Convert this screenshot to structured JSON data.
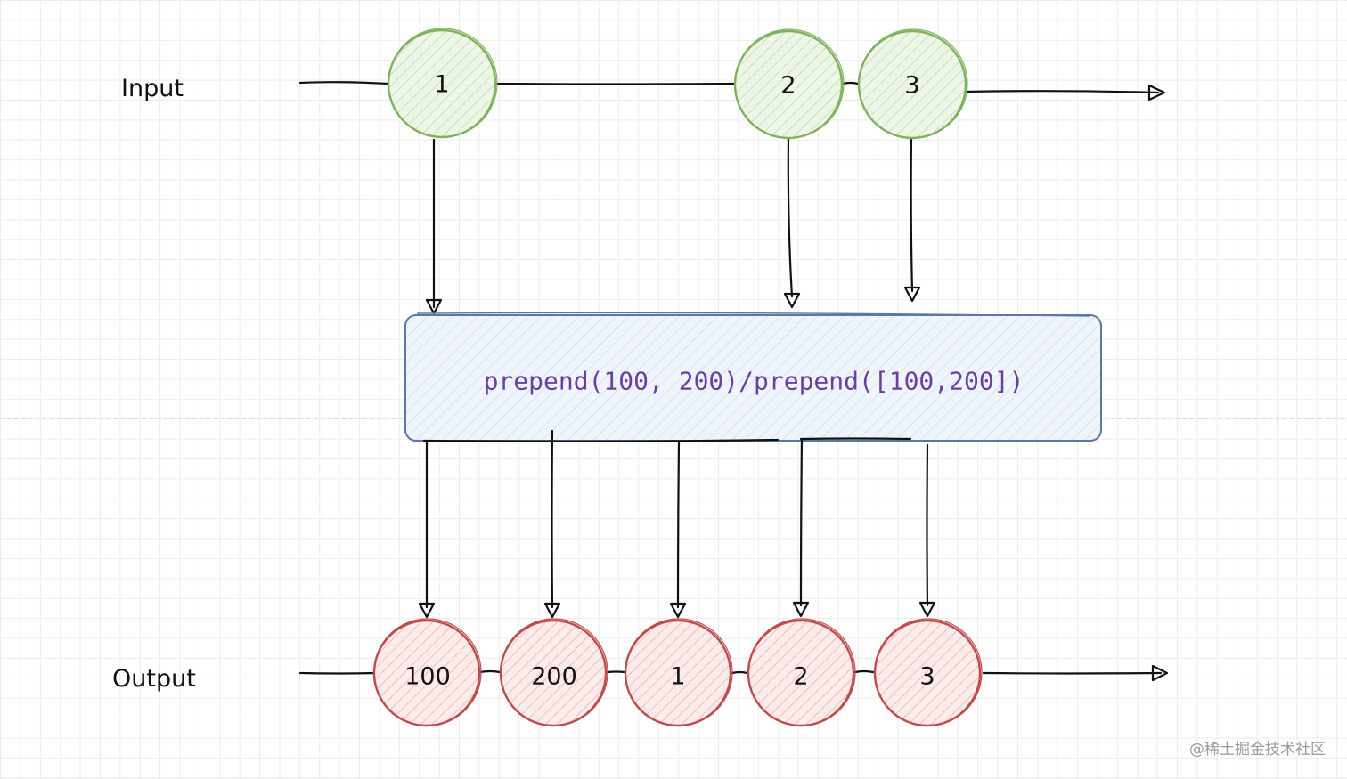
{
  "labels": {
    "input": "Input",
    "output": "Output"
  },
  "operator": {
    "text": "prepend(100, 200)/prepend([100,200])"
  },
  "input_nodes": [
    "1",
    "2",
    "3"
  ],
  "output_nodes": [
    "100",
    "200",
    "1",
    "2",
    "3"
  ],
  "watermark": "@稀土掘金技术社区",
  "colors": {
    "input_stroke": "#7fb25e",
    "input_fill": "#cfe5c0",
    "output_stroke": "#bf4b4b",
    "output_fill": "#f3c9c6",
    "operator_stroke": "#5a79a8",
    "operator_fill": "#d9e7f6",
    "operator_text": "#6b3fa0"
  }
}
